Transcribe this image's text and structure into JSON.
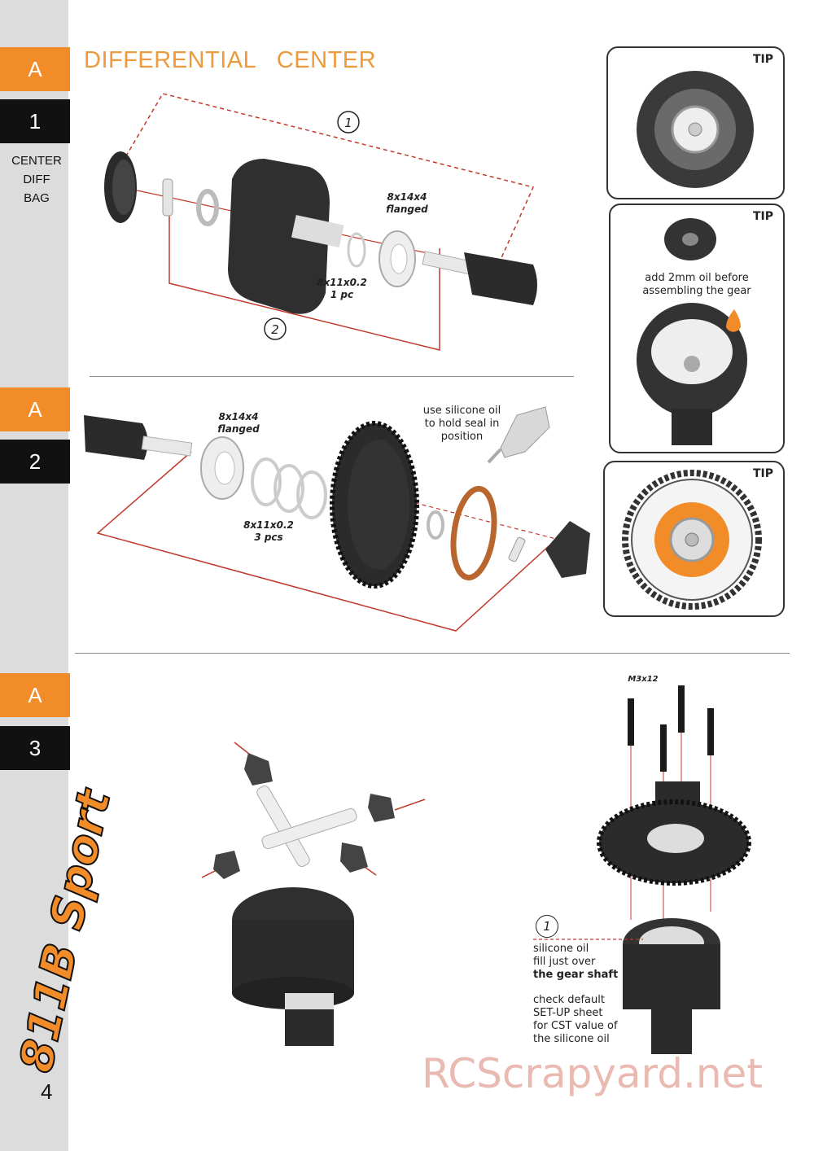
{
  "page": {
    "title": "DIFFERENTIAL   CENTER",
    "page_number": "4",
    "watermark": "RCScrapyard.net",
    "brand_logo": "811B Sport"
  },
  "sidebar": {
    "steps": [
      {
        "letter": "A",
        "number": "1"
      },
      {
        "letter": "A",
        "number": "2"
      },
      {
        "letter": "A",
        "number": "3"
      }
    ],
    "bag_label": [
      "CENTER",
      "DIFF",
      "BAG"
    ]
  },
  "step1": {
    "callouts": [
      "1",
      "2"
    ],
    "bearing_label": [
      "8x14x4",
      "flanged"
    ],
    "shim_label": [
      "8x11x0.2",
      "1 pc"
    ]
  },
  "step2": {
    "bearing_label": [
      "8x14x4",
      "flanged"
    ],
    "shim_label": [
      "8x11x0.2",
      "3 pcs"
    ],
    "oil_note": [
      "use silicone oil",
      "to hold seal in",
      "position"
    ]
  },
  "step3": {
    "screw_label": "M3x12",
    "callout": "1",
    "fill_note": [
      "silicone oil",
      "fill just over",
      "the gear shaft"
    ],
    "setup_note": [
      "check default",
      "SET-UP sheet",
      "for CST value of",
      "the silicone oil"
    ]
  },
  "tips": {
    "label": "TIP",
    "tip2_note": [
      "add 2mm oil before",
      "assembling the gear"
    ]
  },
  "colors": {
    "accent_orange": "#f28c28",
    "title_orange": "#ec9a3d",
    "guide_red": "#c0392b",
    "sidebar_grey": "#dcdcdc",
    "part_black": "#2b2b2b"
  }
}
